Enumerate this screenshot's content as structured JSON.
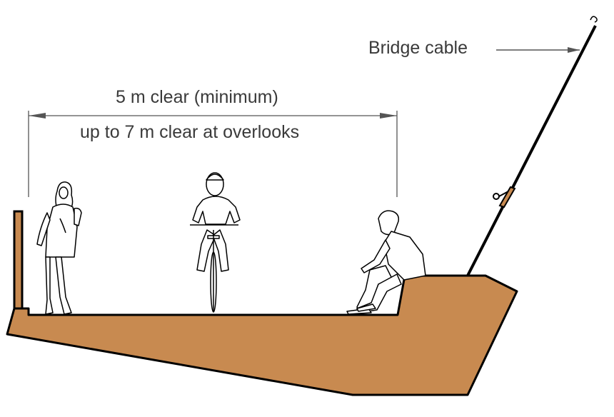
{
  "labels": {
    "bridge_cable": "Bridge cable",
    "clear_minimum": "5 m clear (minimum)",
    "clear_overlooks": "up to 7 m clear at overlooks"
  },
  "colors": {
    "deck_fill": "#c88a50",
    "line": "#000000",
    "dimension": "#555555"
  },
  "icons": [
    "pedestrian-figure",
    "cyclist-figure",
    "seated-person-figure",
    "railing-post",
    "cable-anchor"
  ]
}
